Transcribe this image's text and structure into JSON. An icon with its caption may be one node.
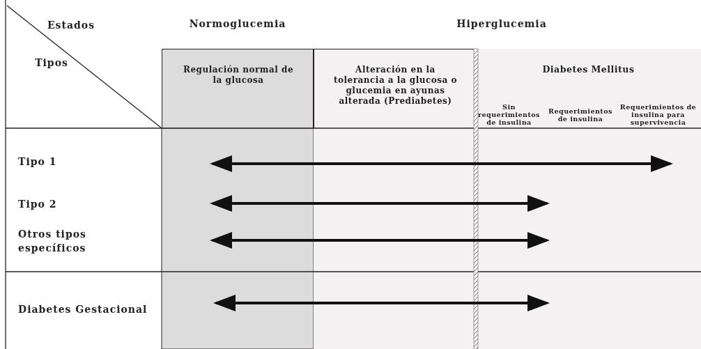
{
  "diagram": {
    "nodes": [
      {
        "text": [
          "Regulación normal de la glucosa"
        ]
      },
      {
        "text": [
          "Alteración en la tolerancia a la glucosa o glucemia en ayunas alterada (Prediabetes)"
        ]
      },
      {
        "text": [
          "Diabetes Mellitus",
          "Sin requerimientos de insulina",
          "Requerimientos de insulina",
          "Requerimientos de insulina para supervivencia"
        ]
      }
    ],
    "labels": [
      "Estados",
      "Normoglucemia",
      "Hiperglucemia",
      "Tipos",
      "Tipo 1",
      "Tipo 2",
      "Otros tipos específicos",
      "Diabetes Gestacional"
    ]
  }
}
